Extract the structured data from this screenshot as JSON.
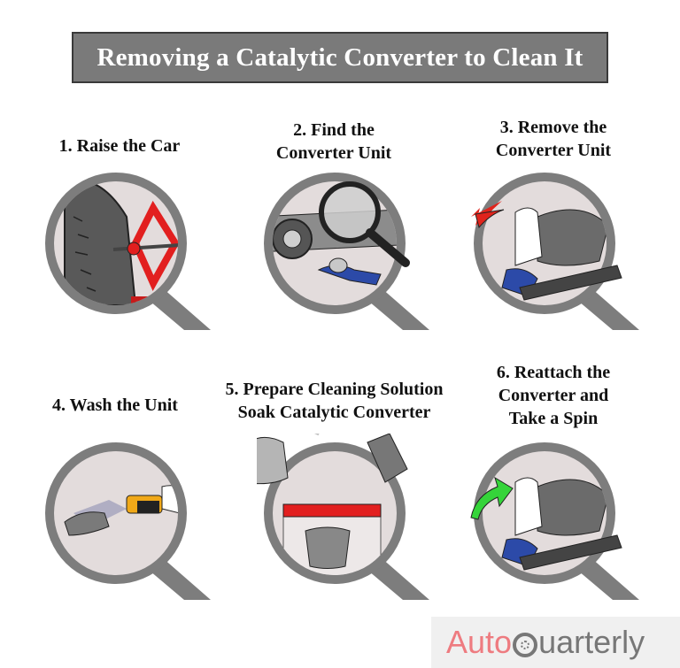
{
  "title": "Removing a Catalytic Converter to Clean It",
  "steps": [
    {
      "number": 1,
      "label": "1. Raise the Car",
      "illustration": "car-jack-under-tire"
    },
    {
      "number": 2,
      "label": "2. Find the\nConverter Unit",
      "illustration": "magnifier-over-mechanic-under-car"
    },
    {
      "number": 3,
      "label": "3. Remove the\nConverter Unit",
      "illustration": "hand-removing-converter-red-arrow"
    },
    {
      "number": 4,
      "label": "4. Wash the Unit",
      "illustration": "pressure-washer-spraying-converter"
    },
    {
      "number": 5,
      "label": "5. Prepare Cleaning Solution\nSoak Catalytic Converter",
      "illustration": "kettle-and-bottle-pouring-into-tub"
    },
    {
      "number": 6,
      "label": "6. Reattach the\nConverter and\nTake a Spin",
      "illustration": "hand-attaching-converter-green-arrow"
    }
  ],
  "logo": {
    "part1": "Auto",
    "part2": "uarterly",
    "wheel_icon": "wheel-icon"
  },
  "colors": {
    "title_bg": "#7a7a7a",
    "ring": "#7d7d7d",
    "circle_bg": "#e3dcdc",
    "jack_red": "#e21f1f",
    "arrow_red": "#e0241c",
    "arrow_green": "#35d43a",
    "glove_blue": "#2c4aa8",
    "logo_pink": "#ee7b80",
    "logo_gray": "#777777"
  }
}
